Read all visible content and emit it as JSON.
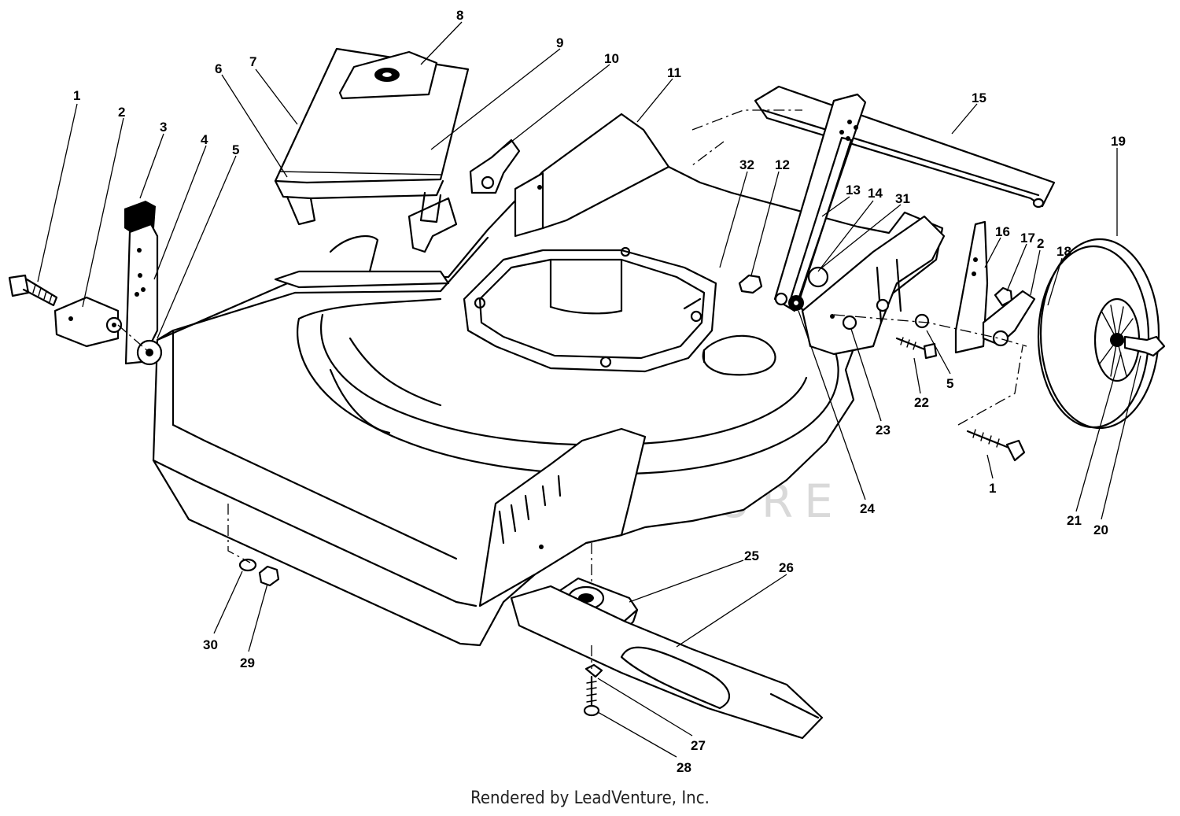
{
  "watermark": "LEADVENTURE",
  "footer": "Rendered by LeadVenture, Inc.",
  "callouts": [
    {
      "id": "c1a",
      "label": "1"
    },
    {
      "id": "c2a",
      "label": "2"
    },
    {
      "id": "c3",
      "label": "3"
    },
    {
      "id": "c4",
      "label": "4"
    },
    {
      "id": "c5a",
      "label": "5"
    },
    {
      "id": "c6",
      "label": "6"
    },
    {
      "id": "c7",
      "label": "7"
    },
    {
      "id": "c8",
      "label": "8"
    },
    {
      "id": "c9",
      "label": "9"
    },
    {
      "id": "c10",
      "label": "10"
    },
    {
      "id": "c11",
      "label": "11"
    },
    {
      "id": "c32",
      "label": "32"
    },
    {
      "id": "c12",
      "label": "12"
    },
    {
      "id": "c13",
      "label": "13"
    },
    {
      "id": "c14",
      "label": "14"
    },
    {
      "id": "c31",
      "label": "31"
    },
    {
      "id": "c15",
      "label": "15"
    },
    {
      "id": "c16",
      "label": "16"
    },
    {
      "id": "c17",
      "label": "17"
    },
    {
      "id": "c2b",
      "label": "2"
    },
    {
      "id": "c18",
      "label": "18"
    },
    {
      "id": "c19",
      "label": "19"
    },
    {
      "id": "c22",
      "label": "22"
    },
    {
      "id": "c5b",
      "label": "5"
    },
    {
      "id": "c23",
      "label": "23"
    },
    {
      "id": "c24",
      "label": "24"
    },
    {
      "id": "c1b",
      "label": "1"
    },
    {
      "id": "c21",
      "label": "21"
    },
    {
      "id": "c20",
      "label": "20"
    },
    {
      "id": "c25",
      "label": "25"
    },
    {
      "id": "c26",
      "label": "26"
    },
    {
      "id": "c30",
      "label": "30"
    },
    {
      "id": "c29",
      "label": "29"
    },
    {
      "id": "c27",
      "label": "27"
    },
    {
      "id": "c28",
      "label": "28"
    }
  ]
}
